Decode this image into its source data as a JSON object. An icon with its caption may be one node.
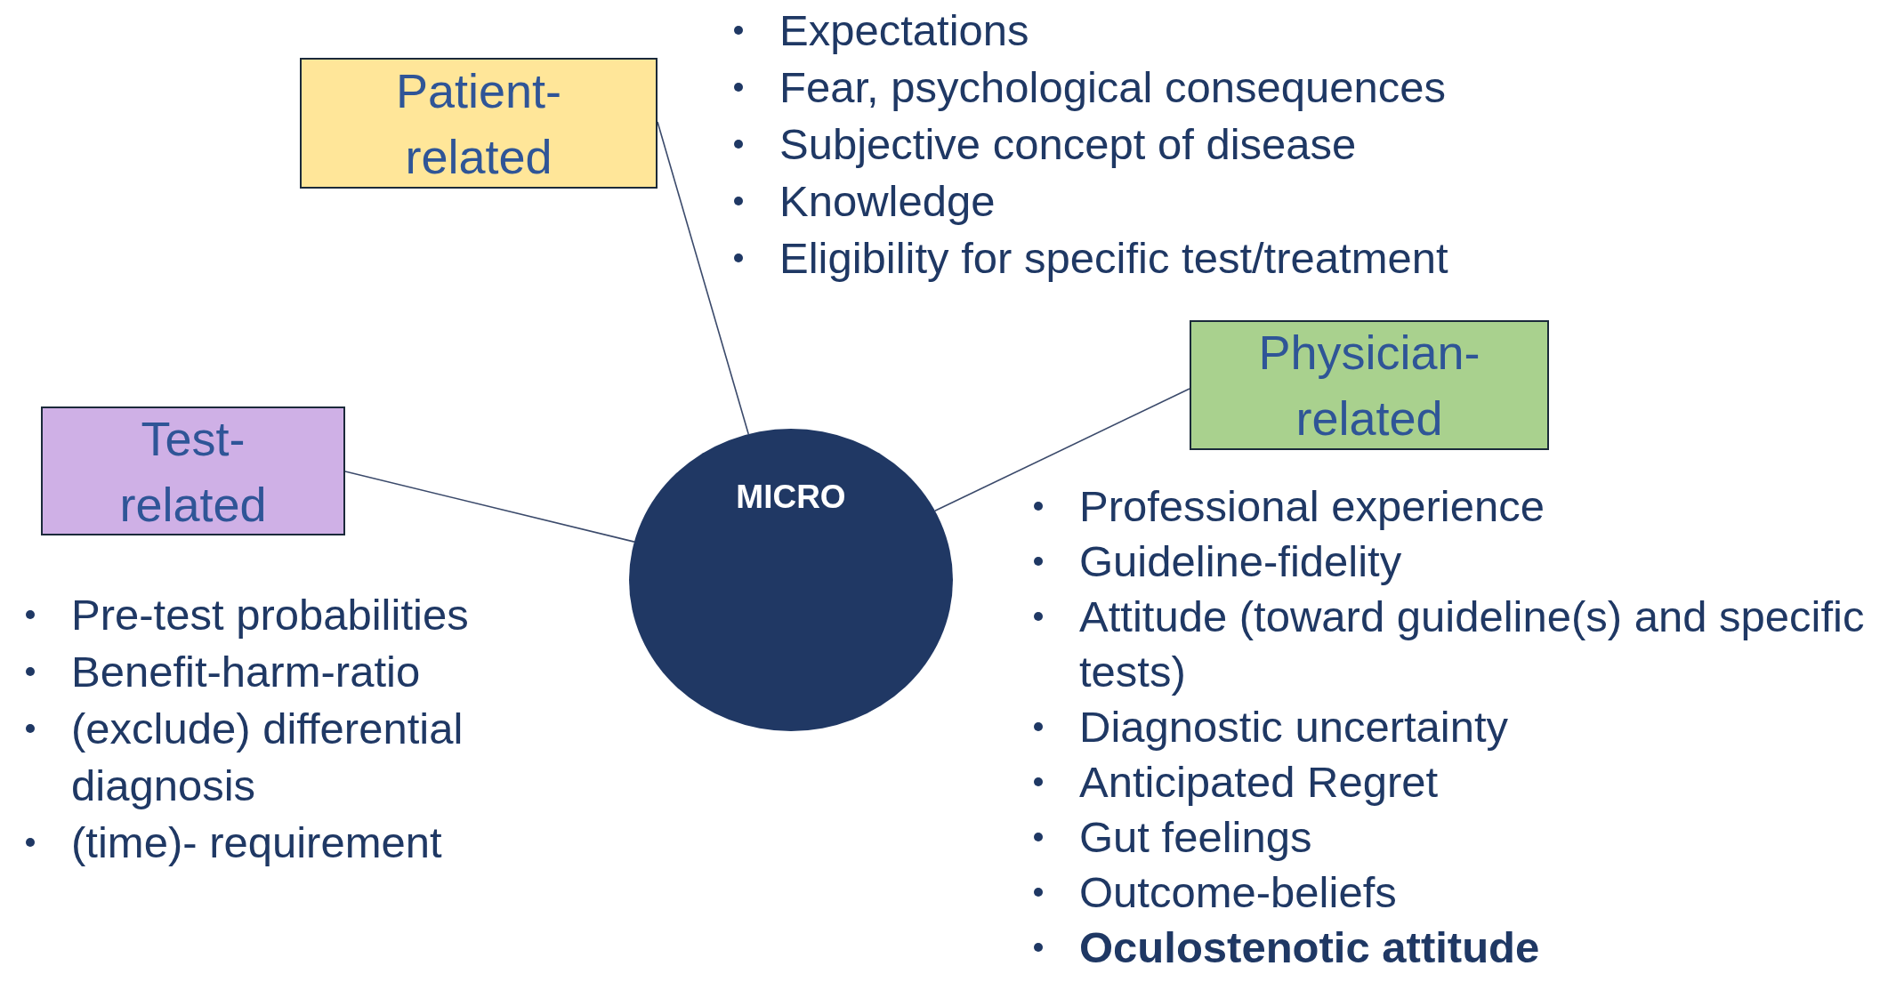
{
  "diagram": {
    "nodes": [
      {
        "text": [
          "Patient- related"
        ],
        "beside": [
          "Expectations",
          "Fear, psychological consequences",
          "Subjective concept of disease",
          "Knowledge",
          "Eligibility for specific test/treatment"
        ]
      },
      {
        "text": [
          "Physician- related"
        ],
        "beside": [
          "Professional experience",
          "Guideline-fidelity",
          "Attitude (toward guideline(s) and specific tests)",
          "Diagnostic uncertainty",
          "Anticipated Regret",
          "Gut feelings",
          "Outcome-beliefs",
          "**Oculostenotic attitude**"
        ]
      },
      {
        "text": [
          "Test- related"
        ],
        "beside": [
          "Pre-test probabilities",
          "Benefit-harm-ratio",
          "(exclude) differential diagnosis",
          "(time)- requirement"
        ]
      },
      {
        "text": [
          "MICRO"
        ]
      }
    ],
    "edges": [
      {
        "from": 3,
        "to": 0,
        "arrow": "none"
      },
      {
        "from": 3,
        "to": 2,
        "arrow": "none"
      },
      {
        "from": 3,
        "to": 1,
        "arrow": "none"
      }
    ]
  }
}
